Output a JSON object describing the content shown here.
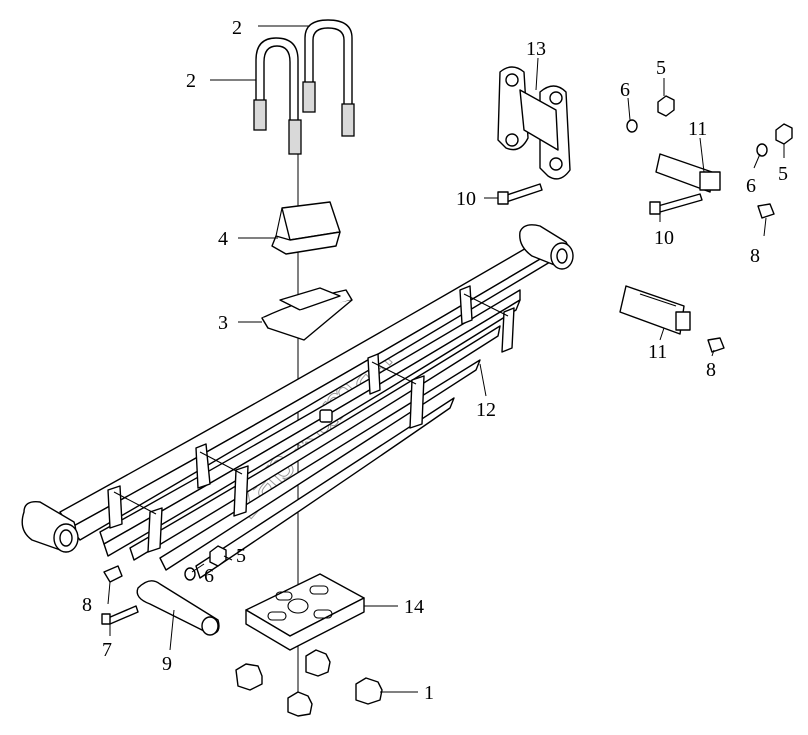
{
  "callouts": {
    "c1": "1",
    "c2a": "2",
    "c2b": "2",
    "c3": "3",
    "c4": "4",
    "c5a": "5",
    "c5b": "5",
    "c5c": "5",
    "c6a": "6",
    "c6b": "6",
    "c6c": "6",
    "c7": "7",
    "c8a": "8",
    "c8b": "8",
    "c8c": "8",
    "c9": "9",
    "c10a": "10",
    "c10b": "10",
    "c11a": "11",
    "c11b": "11",
    "c12": "12",
    "c13": "13",
    "c14": "14"
  },
  "watermark": "zap-kama.ru",
  "colors": {
    "line": "#000000",
    "background": "#ffffff",
    "watermark": "#9a9a9a"
  }
}
